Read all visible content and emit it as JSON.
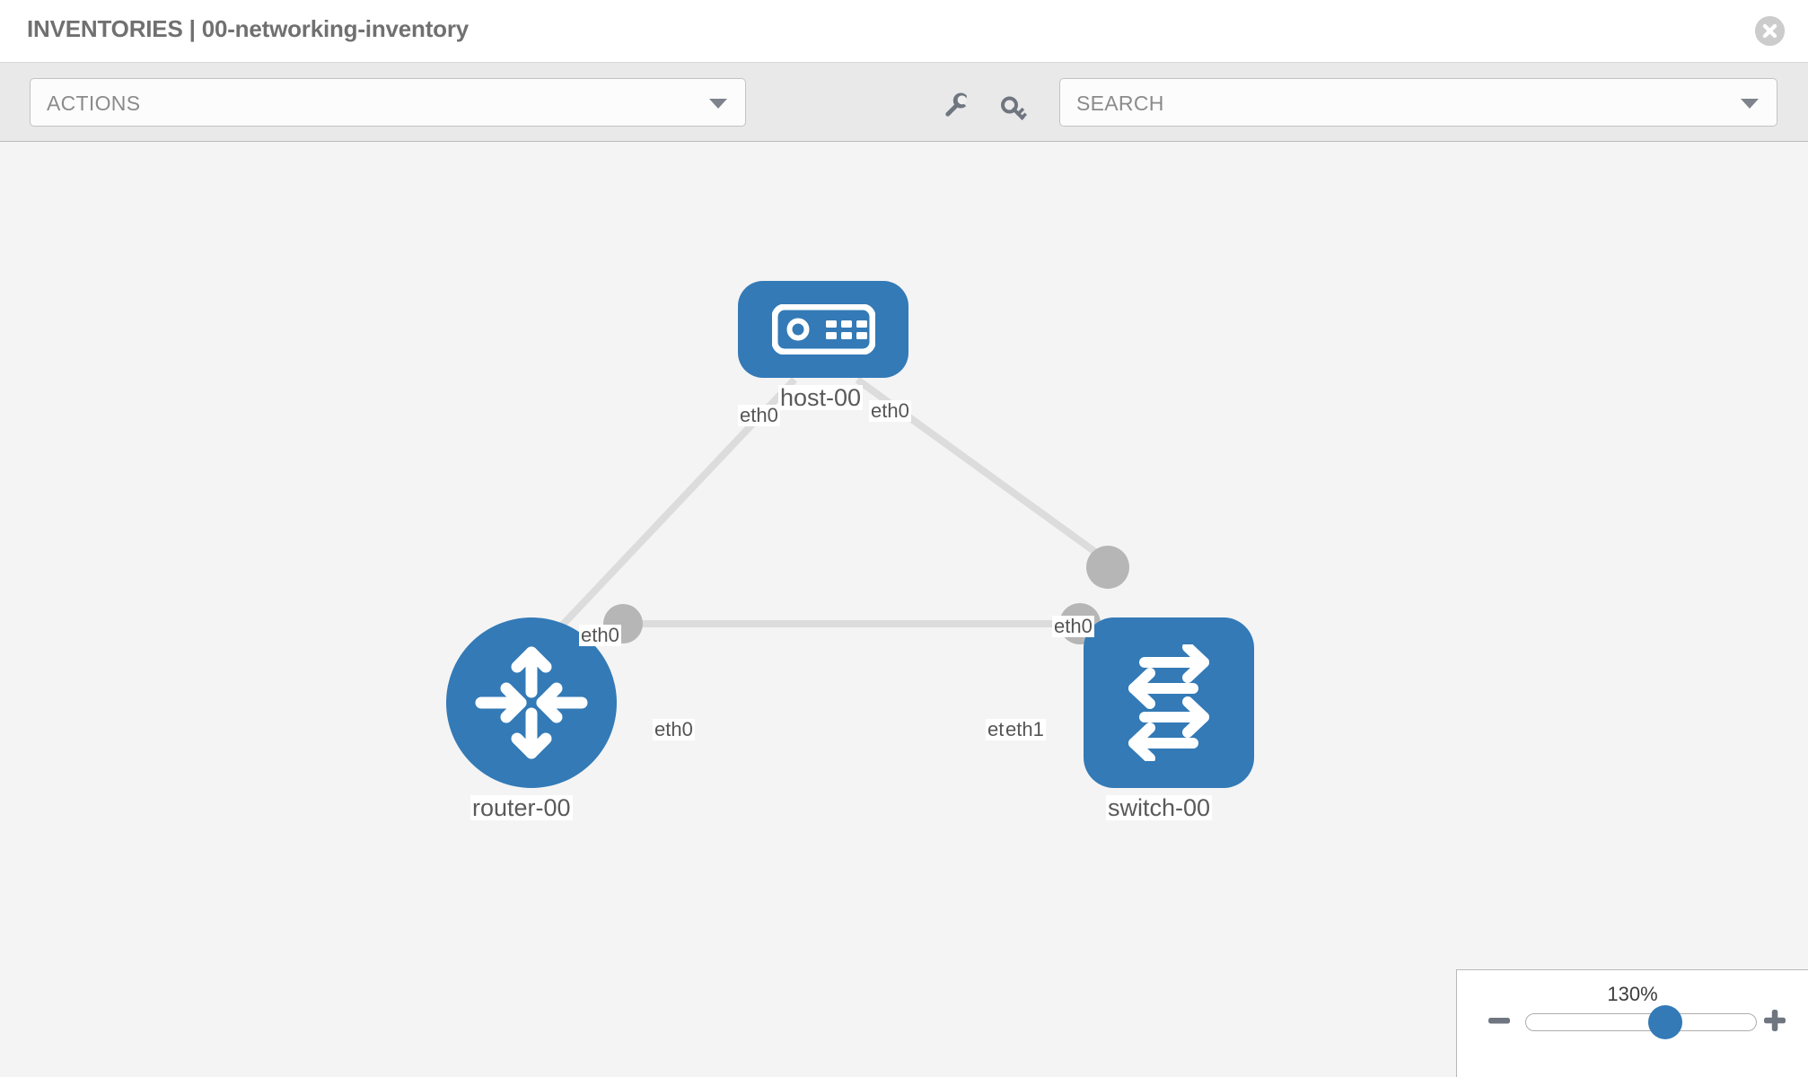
{
  "header": {
    "title": "INVENTORIES | 00-networking-inventory",
    "close_icon": "close-circle-icon"
  },
  "toolbar": {
    "actions_label": "ACTIONS",
    "actions_caret": "chevron-down-icon",
    "wrench_icon": "wrench-icon",
    "key_icon": "key-icon",
    "search_placeholder": "SEARCH",
    "search_value": "",
    "search_caret": "chevron-down-icon"
  },
  "topology": {
    "nodes": [
      {
        "id": "host-00",
        "label": "host-00",
        "type": "host",
        "icon": "server-appliance-icon",
        "shape": "rounded-rect",
        "color": "#337ab7"
      },
      {
        "id": "router-00",
        "label": "router-00",
        "type": "router",
        "icon": "router-four-arrows-icon",
        "shape": "circle",
        "color": "#337ab7"
      },
      {
        "id": "switch-00",
        "label": "switch-00",
        "type": "switch",
        "icon": "switch-arrows-icon",
        "shape": "rounded-square",
        "color": "#337ab7"
      }
    ],
    "links": [
      {
        "source": "host-00",
        "target": "router-00",
        "source_label": "eth0",
        "target_label": "eth0"
      },
      {
        "source": "host-00",
        "target": "switch-00",
        "source_label": "eth0",
        "target_label": "eth0"
      },
      {
        "source": "router-00",
        "target": "switch-00",
        "source_label": "eth0",
        "target_label_under": "eth0",
        "target_label": "eth1"
      }
    ],
    "edge_labels": {
      "host_left": "eth0",
      "host_right": "eth0",
      "router_upper": "eth0",
      "switch_upper": "eth0",
      "router_right": "eth0",
      "switch_left_under": "eth0",
      "switch_left": "eth1"
    },
    "link_color": "#dcdcdc",
    "connector_color": "#b6b6b6"
  },
  "zoom": {
    "level": "130%",
    "minus_icon": "minus-icon",
    "plus_icon": "plus-icon",
    "slider_value": 130,
    "slider_min": 10,
    "slider_max": 250
  }
}
